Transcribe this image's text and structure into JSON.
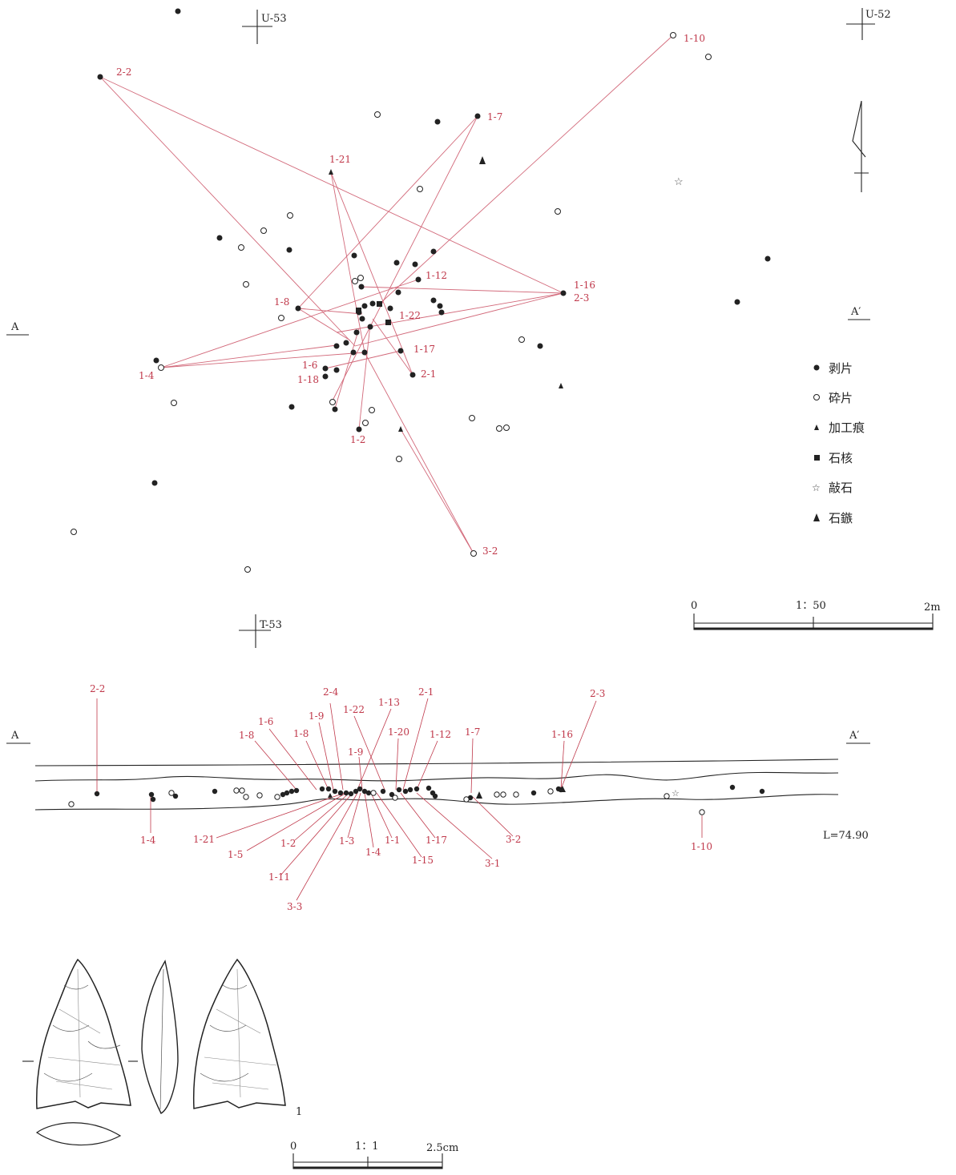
{
  "grid_markers": [
    "U-53",
    "U-52",
    "T-53"
  ],
  "section": {
    "left": "A",
    "right": "A′",
    "level": "L=74.90"
  },
  "legend": [
    {
      "symbol": "filled-circle",
      "label": "剥片"
    },
    {
      "symbol": "open-circle",
      "label": "砕片"
    },
    {
      "symbol": "small-triangle",
      "label": "加工痕"
    },
    {
      "symbol": "filled-square",
      "label": "石核"
    },
    {
      "symbol": "star",
      "label": "敲石"
    },
    {
      "symbol": "filled-triangle",
      "label": "石鏃"
    }
  ],
  "scale_plan": {
    "zero": "0",
    "ratio": "1：50",
    "end": "2m"
  },
  "scale_artifact": {
    "zero": "0",
    "ratio": "1：1",
    "end": "2.5cm"
  },
  "artifact_number": "1",
  "plan_labels": [
    "1-10",
    "2-2",
    "1-7",
    "1-21",
    "1-12",
    "1-16",
    "2-3",
    "1-8",
    "1-22",
    "1-17",
    "1-4",
    "1-6",
    "1-18",
    "2-1",
    "1-2",
    "3-2"
  ],
  "section_labels_top": [
    "2-2",
    "2-4",
    "1-13",
    "2-1",
    "2-3",
    "1-6",
    "1-9",
    "1-22",
    "1-8",
    "1-8",
    "1-20",
    "1-12",
    "1-7",
    "1-16",
    "1-9"
  ],
  "section_labels_bottom": [
    "1-4",
    "1-21",
    "1-5",
    "1-2",
    "1-11",
    "3-3",
    "1-3",
    "1-4",
    "1-1",
    "1-15",
    "1-17",
    "3-1",
    "3-2",
    "1-10"
  ],
  "colors": {
    "refit_line": "#d2697a",
    "label": "#c0394b",
    "ink": "#222222"
  }
}
